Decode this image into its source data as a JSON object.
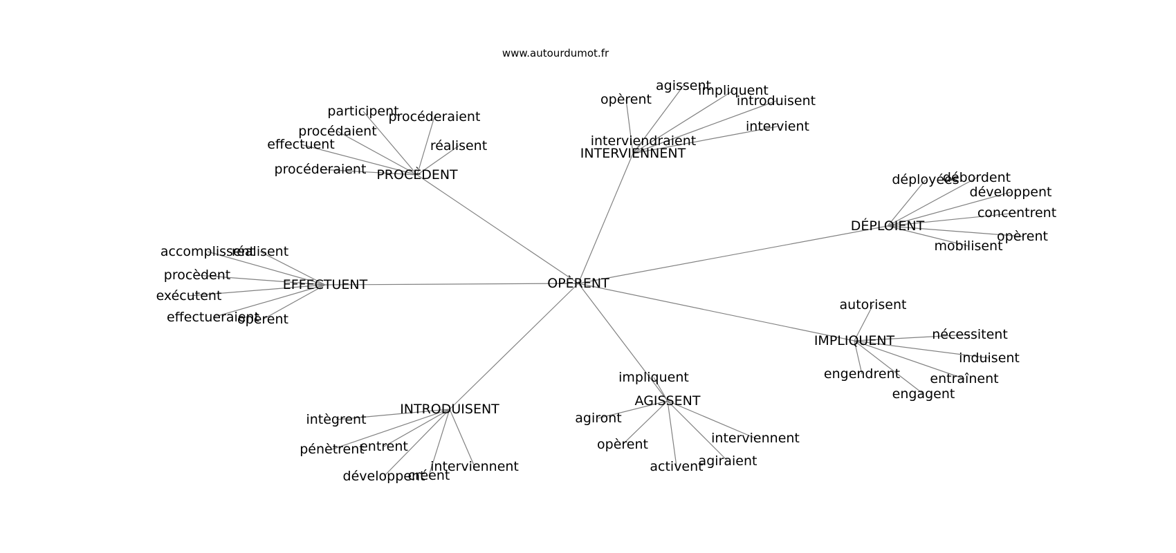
{
  "header": {
    "source": "www.autourdumot.fr"
  },
  "center": "OPÈRENT",
  "clusters": [
    {
      "word": "PROCÈDENT",
      "neighbors": [
        "participent",
        "procéderaient",
        "procédaient",
        "effectuent",
        "réalisent",
        "procéderaient"
      ]
    },
    {
      "word": "INTERVIENNENT",
      "neighbors": [
        "agissent",
        "opèrent",
        "impliquent",
        "introduisent",
        "intervient",
        "interviendraient"
      ]
    },
    {
      "word": "DÉPLOIENT",
      "neighbors": [
        "déployées",
        "débordent",
        "développent",
        "concentrent",
        "opèrent",
        "mobilisent"
      ]
    },
    {
      "word": "EFFECTUENT",
      "neighbors": [
        "accomplissent",
        "réalisent",
        "procèdent",
        "exécutent",
        "effectueraient",
        "opèrent"
      ]
    },
    {
      "word": "IMPLIQUENT",
      "neighbors": [
        "autorisent",
        "nécessitent",
        "induisent",
        "entraînent",
        "engendrent",
        "engagent"
      ]
    },
    {
      "word": "AGISSENT",
      "neighbors": [
        "impliquent",
        "agiront",
        "opèrent",
        "activent",
        "agiraient",
        "interviennent"
      ]
    },
    {
      "word": "INTRODUISENT",
      "neighbors": [
        "intègrent",
        "pénètrent",
        "entrent",
        "développent",
        "créent",
        "interviennent"
      ]
    }
  ]
}
